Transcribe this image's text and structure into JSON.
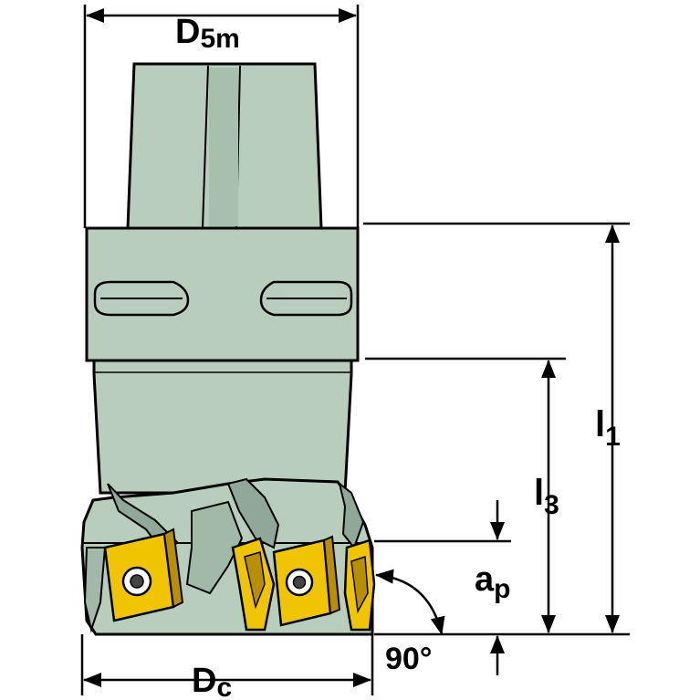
{
  "labels": {
    "d5m_main": "D",
    "d5m_sub": "5m",
    "dc_main": "D",
    "dc_sub": "c",
    "l1_main": "l",
    "l1_sub": "1",
    "l3_main": "l",
    "l3_sub": "3",
    "ap_main": "a",
    "ap_sub": "p",
    "angle": "90°"
  },
  "colors": {
    "tool_body": "#b9cdbd",
    "tool_shade": "#8fa898",
    "outline": "#000000",
    "insert": "#f0c400",
    "insert_shade": "#b88f00"
  }
}
